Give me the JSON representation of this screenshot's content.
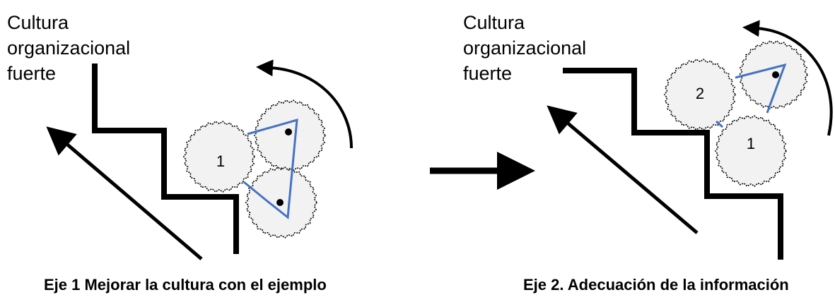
{
  "left_panel": {
    "title_line1": "Cultura",
    "title_line2": "organizacional",
    "title_line3": "fuerte",
    "gear_label": "1",
    "caption": "Eje 1 Mejorar la cultura con el ejemplo"
  },
  "right_panel": {
    "title_line1": "Cultura",
    "title_line2": "organizacional",
    "title_line3": "fuerte",
    "gear_label_top": "2",
    "gear_label_bottom": "1",
    "caption": "Eje 2. Adecuación de la información"
  },
  "colors": {
    "ink": "#000000",
    "linkage": "#4472C4",
    "gear_fill": "#f2f2f2"
  }
}
